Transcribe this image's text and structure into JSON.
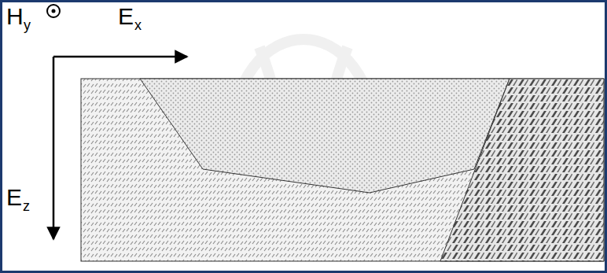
{
  "diagram": {
    "labels": [
      "H",
      "y",
      "E",
      "x",
      "E",
      "z"
    ]
  }
}
